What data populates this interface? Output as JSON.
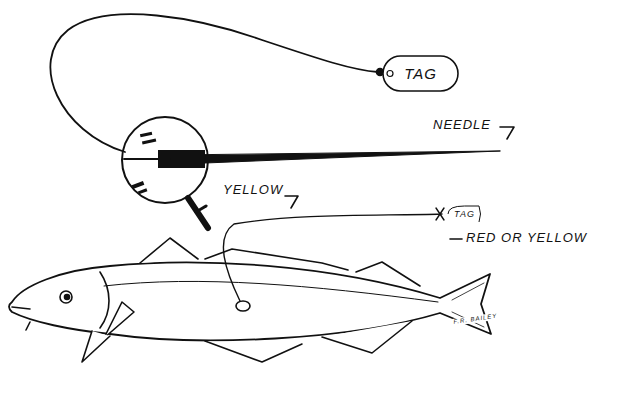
{
  "diagram": {
    "nodes": [
      {
        "text": [
          "TAG"
        ]
      },
      {
        "text": [
          "TAG"
        ]
      }
    ],
    "edges": [],
    "labels": [
      "NEEDLE",
      "YELLOW",
      "RED OR YELLOW",
      "F.R. BAILEY"
    ]
  }
}
